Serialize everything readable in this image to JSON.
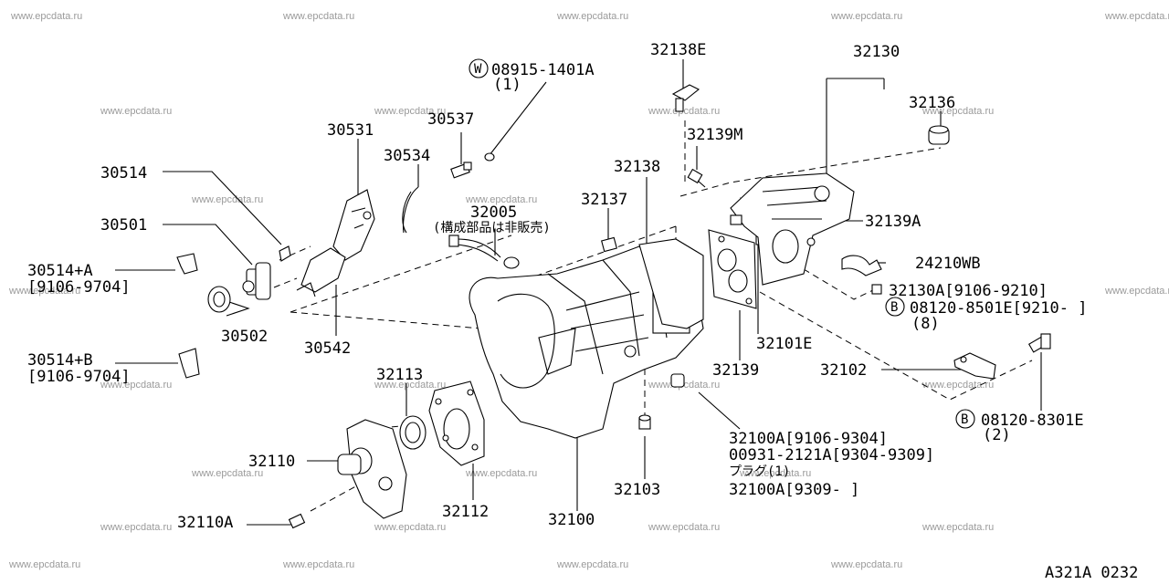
{
  "watermark": "www.epcdata.ru",
  "diagram_code": "A321A 0232",
  "labels": {
    "l_08915": "08915-1401A",
    "l_08915_qty": "(1)",
    "w_symbol": "W",
    "l_32138E": "32138E",
    "l_32130": "32130",
    "l_32136": "32136",
    "l_30531": "30531",
    "l_30537": "30537",
    "l_30534": "30534",
    "l_32139M": "32139M",
    "l_30514": "30514",
    "l_32138": "32138",
    "l_32005": "32005",
    "l_32005_note": "(構成部品は非販売)",
    "l_32137": "32137",
    "l_32139A": "32139A",
    "l_30501": "30501",
    "l_24210WB": "24210WB",
    "l_30514A": "30514+A",
    "l_30514A_date": "[9106-9704]",
    "l_32130A": "32130A[9106-9210]",
    "l_08120_8501": "08120-8501E[9210-    ]",
    "l_08120_8501_qty": "(8)",
    "b_symbol_1": "B",
    "l_30502": "30502",
    "l_30542": "30542",
    "l_32101E": "32101E",
    "l_30514B": "30514+B",
    "l_30514B_date": "[9106-9704]",
    "l_32113": "32113",
    "l_32139": "32139",
    "l_32102": "32102",
    "l_08120_8301": "08120-8301E",
    "l_08120_8301_qty": "(2)",
    "b_symbol_2": "B",
    "l_32110": "32110",
    "l_32100A_1": "32100A[9106-9304]",
    "l_00931": "00931-2121A[9304-9309]",
    "l_plug": "プラグ(1)",
    "l_32100A_2": "32100A[9309-    ]",
    "l_32103": "32103",
    "l_32112": "32112",
    "l_32100": "32100",
    "l_32110A": "32110A"
  }
}
